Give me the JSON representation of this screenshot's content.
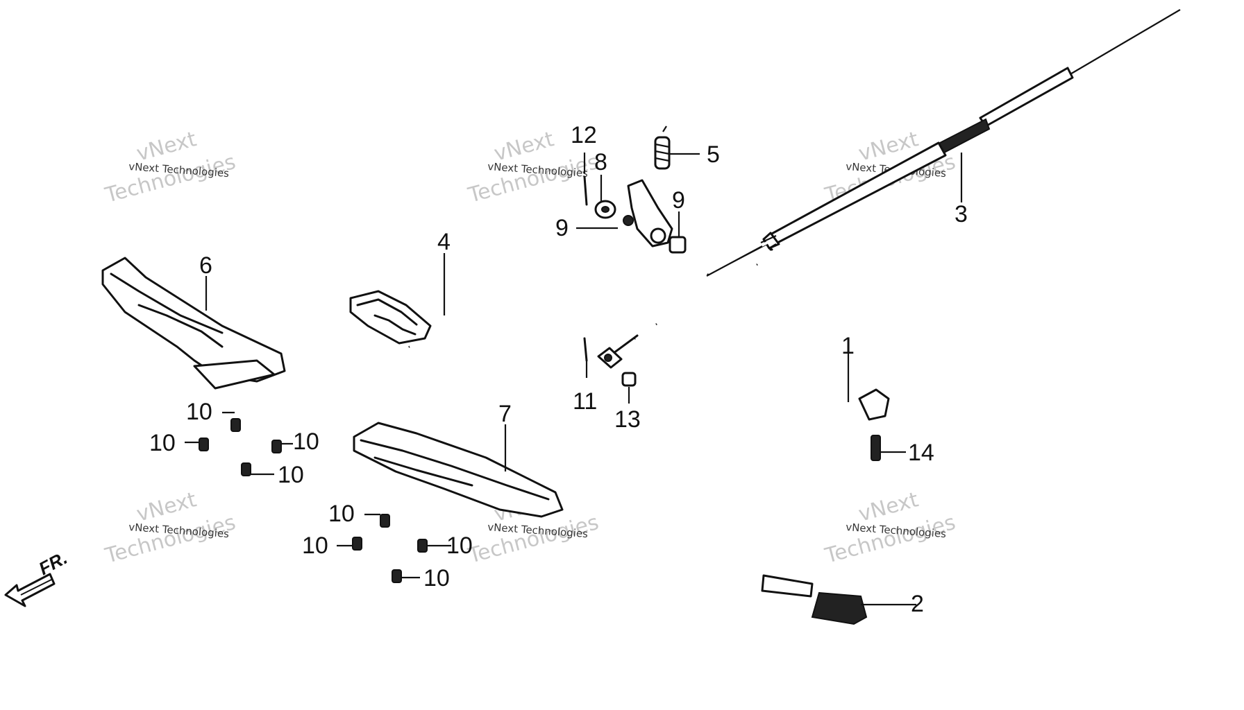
{
  "watermarks": {
    "company_line": "vNext Technologies",
    "big_line_1": "vNext",
    "big_line_2": "Technologies"
  },
  "direction_indicator": "FR.",
  "callouts": {
    "c1": "1",
    "c2": "2",
    "c3": "3",
    "c4": "4",
    "c5": "5",
    "c6": "6",
    "c7": "7",
    "c8": "8",
    "c9a": "9",
    "c9b": "9",
    "c10a": "10",
    "c10b": "10",
    "c10c": "10",
    "c10d": "10",
    "c10e": "10",
    "c10f": "10",
    "c10g": "10",
    "c10h": "10",
    "c11": "11",
    "c12": "12",
    "c13": "13",
    "c14": "14"
  },
  "colors": {
    "line": "#111111",
    "background": "#ffffff",
    "watermark": "#9a9a9a"
  }
}
